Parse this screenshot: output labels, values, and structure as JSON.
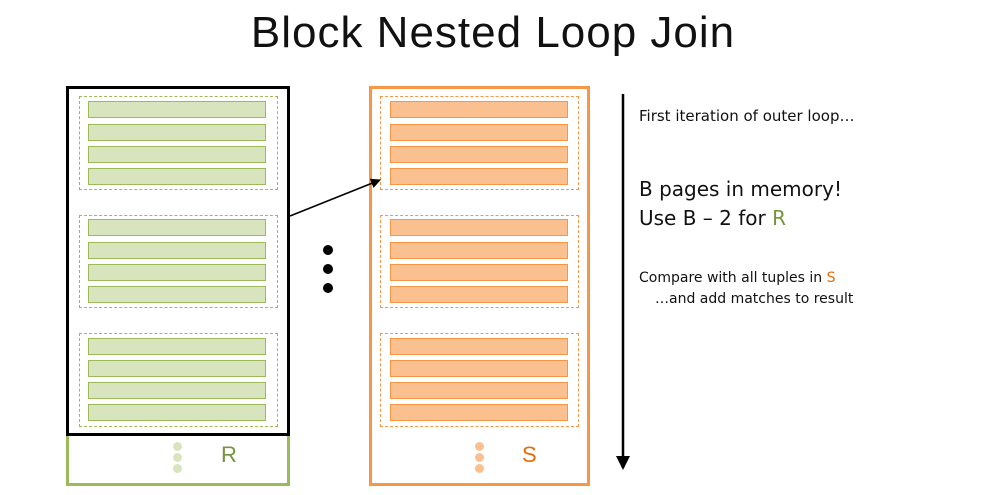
{
  "title": "Block Nested Loop Join",
  "relations": {
    "r": {
      "label": "R",
      "color": "#9bbb59",
      "fill": "#d7e4bd",
      "text_color": "#77933c",
      "blocks": 3,
      "pages_per_block": 4
    },
    "s": {
      "label": "S",
      "color": "#f79646",
      "fill": "#fac090",
      "text_color": "#e46c0a",
      "blocks": 3,
      "pages_per_block": 4
    }
  },
  "notes": {
    "iteration": "First iteration of outer loop…",
    "memory_line1": "B pages in memory!",
    "memory_line2_prefix": "Use B – 2 for ",
    "memory_line2_rel": "R",
    "compare_prefix": "Compare with all tuples in ",
    "compare_rel": "S",
    "compare_line2": "…and add matches to result"
  }
}
